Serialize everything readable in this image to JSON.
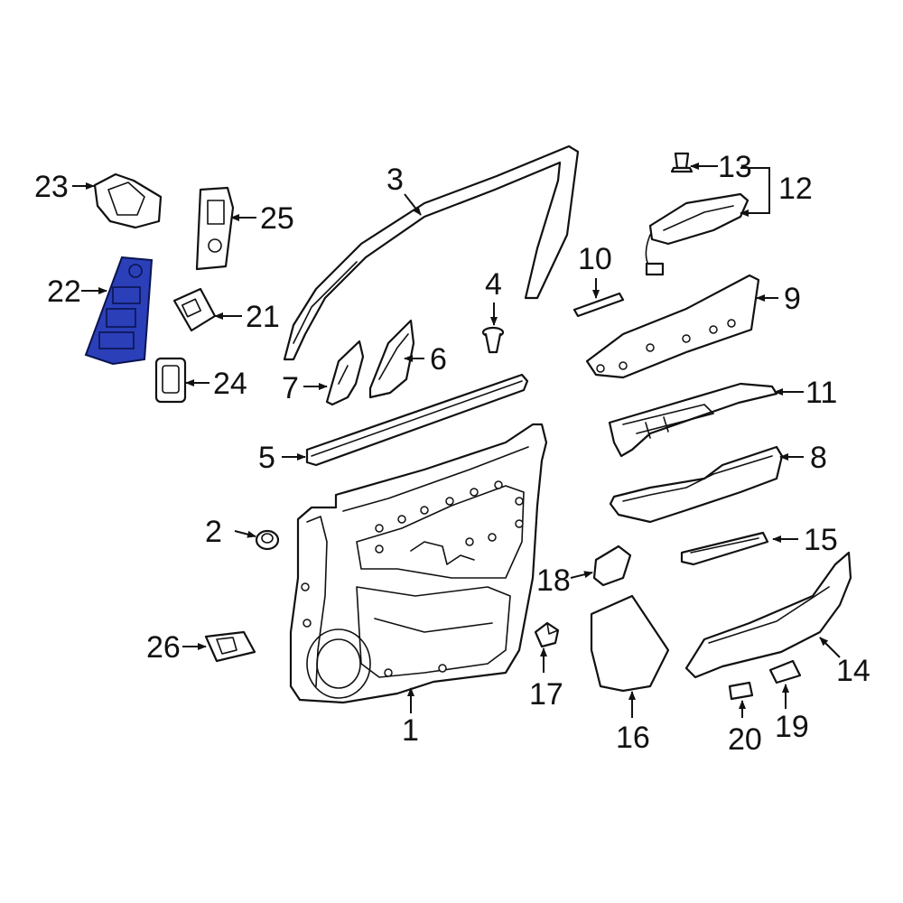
{
  "diagram": {
    "highlighted_part": "22",
    "highlight_color": "#2a3fb8",
    "line_color": "#111111",
    "callouts": {
      "c1": "1",
      "c2": "2",
      "c3": "3",
      "c4": "4",
      "c5": "5",
      "c6": "6",
      "c7": "7",
      "c8": "8",
      "c9": "9",
      "c10": "10",
      "c11": "11",
      "c12": "12",
      "c13": "13",
      "c14": "14",
      "c15": "15",
      "c16": "16",
      "c17": "17",
      "c18": "18",
      "c19": "19",
      "c20": "20",
      "c21": "21",
      "c22": "22",
      "c23": "23",
      "c24": "24",
      "c25": "25",
      "c26": "26"
    }
  }
}
